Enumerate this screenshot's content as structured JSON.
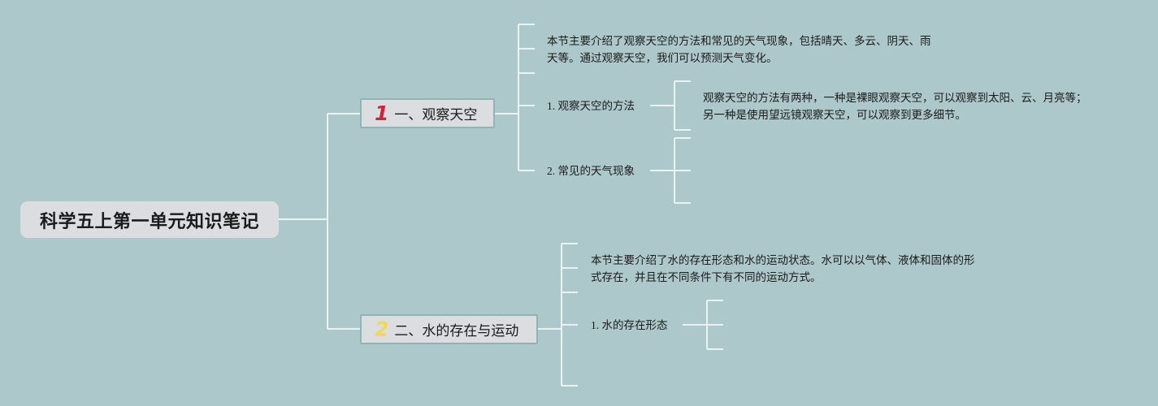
{
  "colors": {
    "background": "#adc8ca",
    "node_fill": "#dcdde0",
    "node_border": "#8fb4b2",
    "connector": "#ffffff",
    "number_1": "#d6213a",
    "number_2": "#f1d65a"
  },
  "root": {
    "label": "科学五上第一单元知识笔记"
  },
  "topics": [
    {
      "number": "1",
      "label": "一、观察天空",
      "summary_lines": [
        "本节主要介绍了观察天空的方法和常见的天气现象，包括晴天、多云、阴天、雨",
        "天等。通过观察天空，我们可以预测天气变化。"
      ],
      "subtopics": [
        {
          "label": "1. 观察天空的方法",
          "detail_lines": [
            "观察天空的方法有两种，一种是裸眼观察天空，可以观察到太阳、云、月亮等；",
            "另一种是使用望远镜观察天空，可以观察到更多细节。"
          ]
        },
        {
          "label": "2. 常见的天气现象"
        }
      ]
    },
    {
      "number": "2",
      "label": "二、水的存在与运动",
      "summary_lines": [
        "本节主要介绍了水的存在形态和水的运动状态。水可以以气体、液体和固体的形",
        "式存在，并且在不同条件下有不同的运动方式。"
      ],
      "subtopics": [
        {
          "label": "1. 水的存在形态"
        }
      ]
    }
  ]
}
